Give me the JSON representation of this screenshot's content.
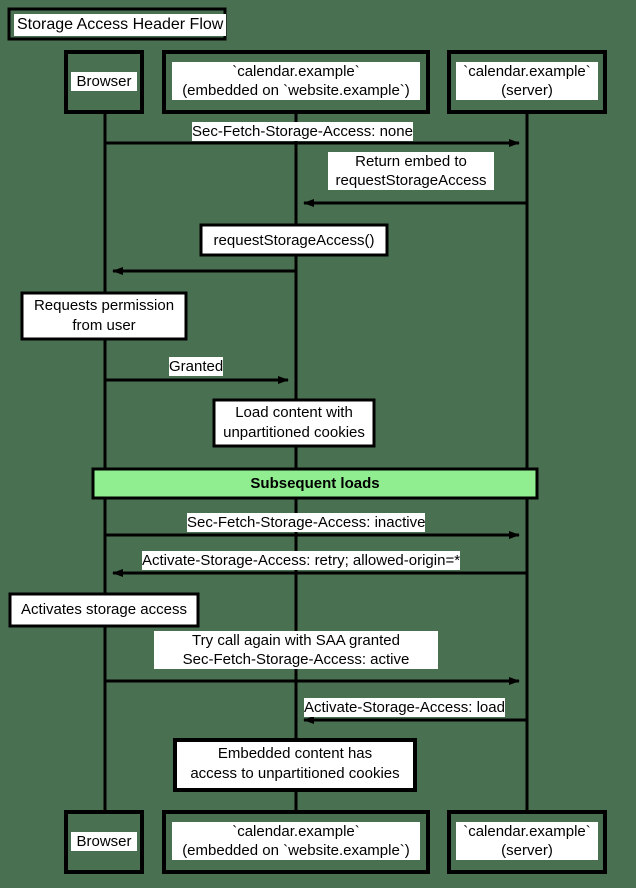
{
  "diagram": {
    "kind": "sequence-diagram",
    "title": "Storage Access Header Flow",
    "background_color": "#4a7052",
    "line_color": "#000000",
    "box_fill_color": "#ffffff",
    "block_fill_color": "#90ee90"
  },
  "participants": [
    {
      "id": "browser",
      "label": "Browser",
      "label_line1": "Browser",
      "label_line2": ""
    },
    {
      "id": "embed",
      "label": "`calendar.example` (embedded on `website.example`)",
      "label_line1": "`calendar.example`",
      "label_line2": "(embedded on `website.example`)"
    },
    {
      "id": "server",
      "label": "`calendar.example` (server)",
      "label_line1": "`calendar.example`",
      "label_line2": "(server)"
    }
  ],
  "messages": [
    {
      "index": 1,
      "from": "browser",
      "to": "server",
      "label": "Sec-Fetch-Storage-Access: none",
      "direction": "right"
    },
    {
      "index": 2,
      "from": "server",
      "to": "embed",
      "label_line1": "Return embed to",
      "label_line2": "requestStorageAccess",
      "direction": "left"
    },
    {
      "index": 3,
      "from": "embed",
      "to": "browser",
      "label": "",
      "direction": "left"
    },
    {
      "index": 4,
      "from": "browser",
      "to": "embed",
      "label": "Granted",
      "direction": "right"
    },
    {
      "index": 5,
      "from": "browser",
      "to": "server",
      "label": "Sec-Fetch-Storage-Access: inactive",
      "direction": "right"
    },
    {
      "index": 6,
      "from": "server",
      "to": "browser",
      "label": "Activate-Storage-Access: retry; allowed-origin=*",
      "direction": "left"
    },
    {
      "index": 7,
      "from": "browser",
      "to": "server",
      "label_line1": "Try call again with SAA granted",
      "label_line2": "Sec-Fetch-Storage-Access: active",
      "direction": "right"
    },
    {
      "index": 8,
      "from": "server",
      "to": "embed",
      "label": "Activate-Storage-Access: load",
      "direction": "left"
    }
  ],
  "notes": [
    {
      "id": "note-request-storage-access",
      "label": "requestStorageAccess()",
      "line1": "requestStorageAccess()",
      "line2": "",
      "over": "embed"
    },
    {
      "id": "note-requests-permission",
      "label": "Requests permission from user",
      "line1": "Requests permission",
      "line2": "from user",
      "over": "browser"
    },
    {
      "id": "note-load-content",
      "label": "Load content with unpartitioned cookies",
      "line1": "Load content with",
      "line2": "unpartitioned cookies",
      "over": "embed"
    },
    {
      "id": "note-activates-storage-access",
      "label": "Activates storage access",
      "line1": "Activates storage access",
      "line2": "",
      "over": "browser"
    },
    {
      "id": "note-embedded-content",
      "label": "Embedded content has access to unpartitioned cookies",
      "line1": "Embedded content has",
      "line2": "access to unpartitioned cookies",
      "over": "embed"
    }
  ],
  "blocks": [
    {
      "id": "block-subsequent-loads",
      "label": "Subsequent loads",
      "fill": "#90ee90"
    }
  ]
}
